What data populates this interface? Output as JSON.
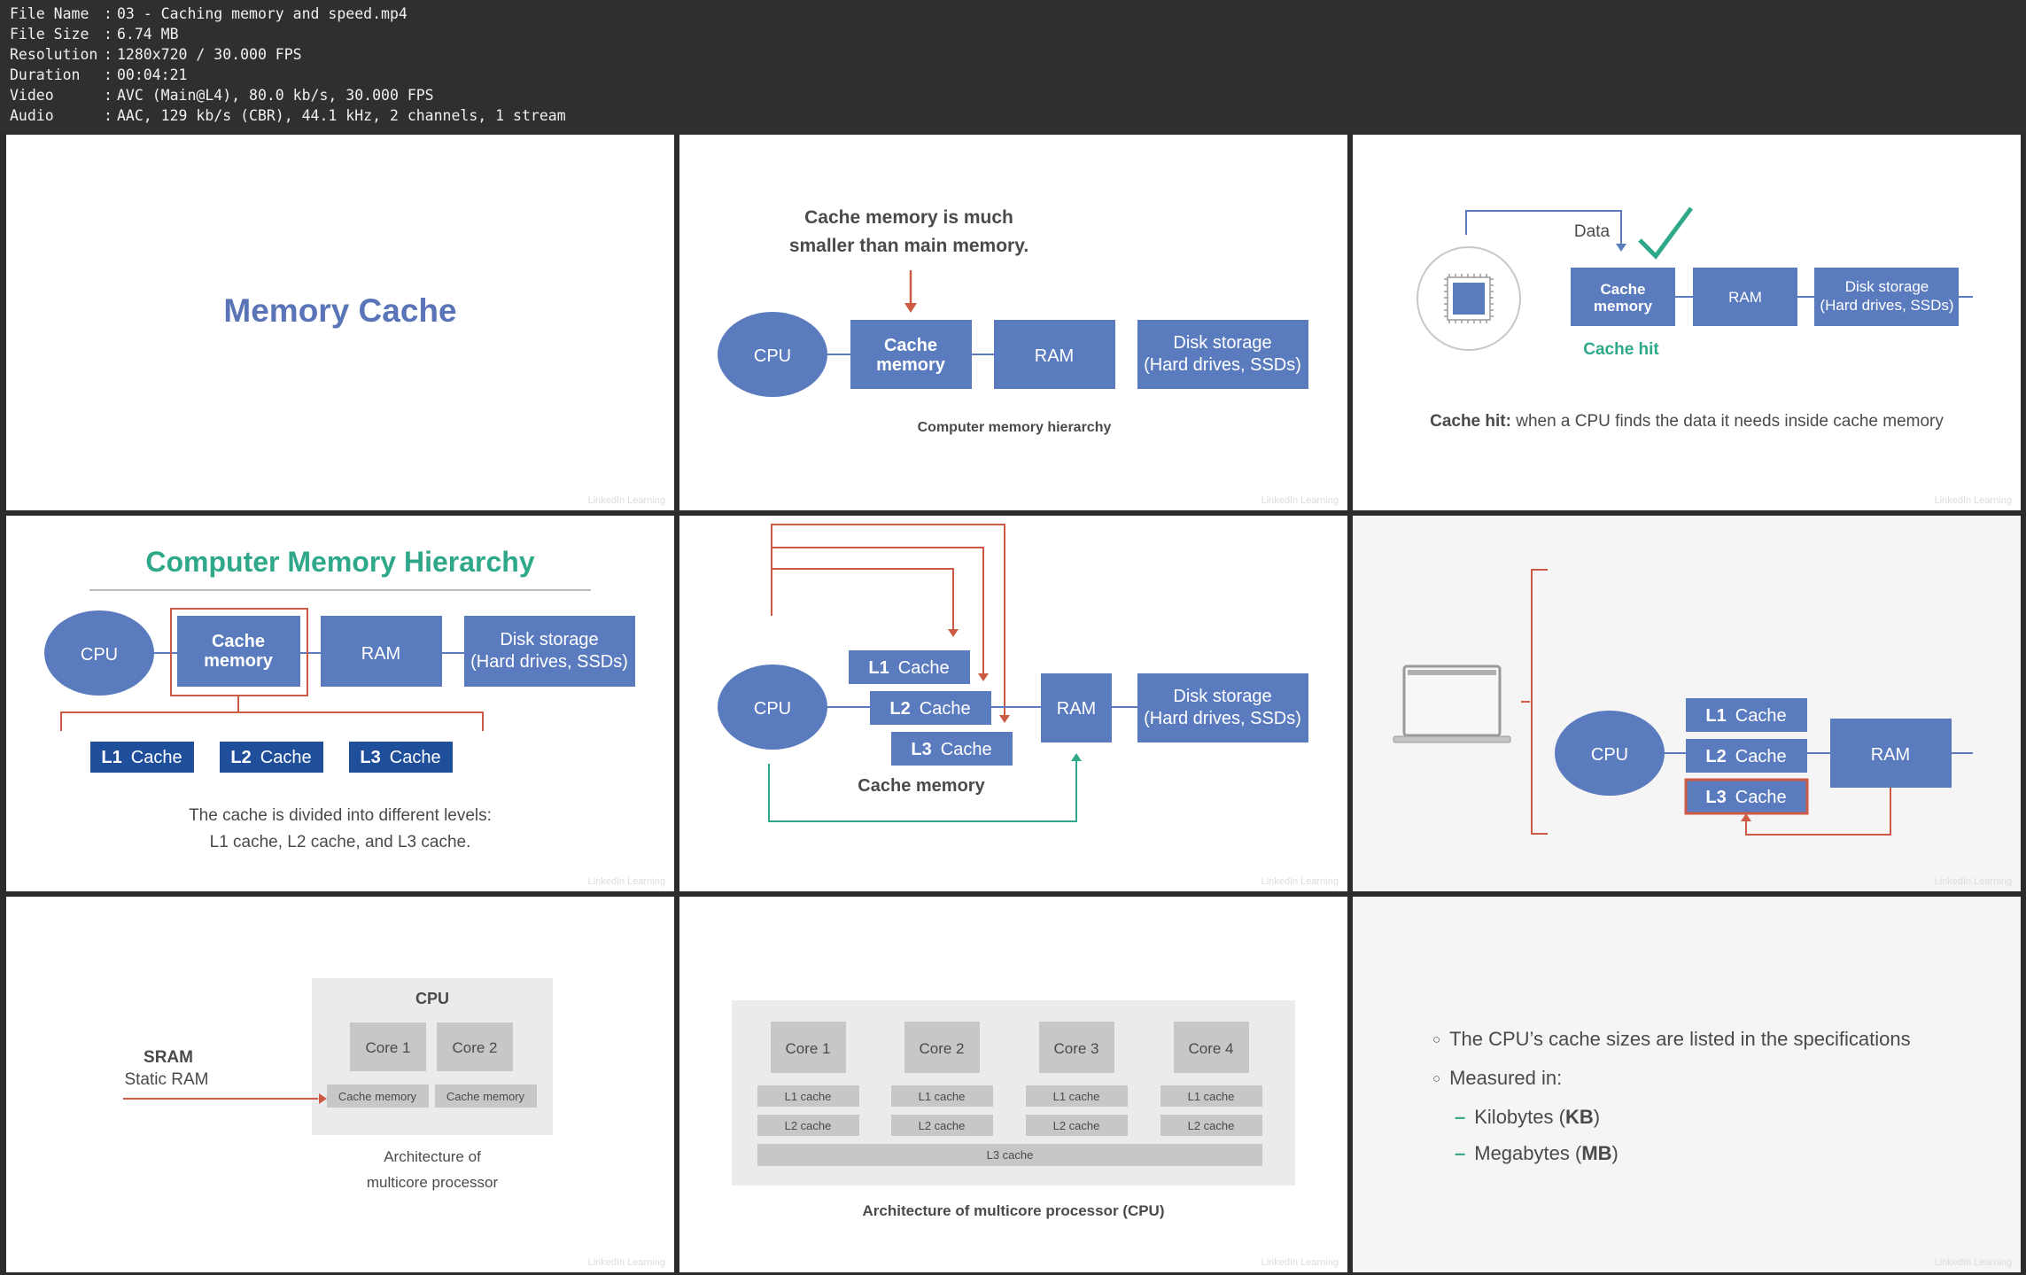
{
  "file_info": [
    {
      "key": "File Name",
      "value": "03 - Caching memory and speed.mp4"
    },
    {
      "key": "File Size",
      "value": "6.74 MB"
    },
    {
      "key": "Resolution",
      "value": "1280x720 / 30.000 FPS"
    },
    {
      "key": "Duration",
      "value": "00:04:21"
    },
    {
      "key": "Video",
      "value": "AVC (Main@L4), 80.0 kb/s, 30.000 FPS"
    },
    {
      "key": "Audio",
      "value": "AAC, 129 kb/s (CBR), 44.1 kHz, 2 channels, 1 stream"
    }
  ],
  "colors": {
    "blue": "#5b7bbf",
    "dark_blue": "#1f4e9a",
    "title_blue": "#5a74b8",
    "teal": "#2fa88a",
    "red": "#cc5a45",
    "gray_box": "#c7c7c9",
    "gray_bg": "#ebebed",
    "text": "#4a4a4a"
  },
  "watermark": "LinkedIn Learning",
  "p1": {
    "title": "Memory Cache"
  },
  "p2": {
    "note_line1": "Cache memory is much",
    "note_line2": "smaller than main memory.",
    "cpu": "CPU",
    "cache_l1": "Cache",
    "cache_l2": "memory",
    "ram": "RAM",
    "disk_l1": "Disk storage",
    "disk_l2": "(Hard drives, SSDs)",
    "caption": "Computer memory hierarchy"
  },
  "p3": {
    "data": "Data",
    "cache_l1": "Cache",
    "cache_l2": "memory",
    "ram": "RAM",
    "disk_l1": "Disk storage",
    "disk_l2": "(Hard drives, SSDs)",
    "hit": "Cache hit",
    "desc_bold": "Cache hit:",
    "desc": " when a CPU finds the data it needs inside cache memory"
  },
  "p4": {
    "title": "Computer Memory Hierarchy",
    "cpu": "CPU",
    "cache_l1": "Cache",
    "cache_l2": "memory",
    "ram": "RAM",
    "disk_l1": "Disk storage",
    "disk_l2": "(Hard drives, SSDs)",
    "l1": "L1",
    "l2": "L2",
    "l3": "L3",
    "cache_word": "Cache",
    "text_l1": "The cache is divided into different levels:",
    "text_l2": "L1 cache, L2 cache, and L3 cache."
  },
  "p5": {
    "cpu": "CPU",
    "l1": "L1",
    "l2": "L2",
    "l3": "L3",
    "cache_word": "Cache",
    "ram": "RAM",
    "disk_l1": "Disk storage",
    "disk_l2": "(Hard drives, SSDs)",
    "cache_label": "Cache memory"
  },
  "p6": {
    "cpu": "CPU",
    "l1": "L1",
    "l2": "L2",
    "l3": "L3",
    "cache_word": "Cache",
    "ram": "RAM"
  },
  "p7": {
    "cpu": "CPU",
    "core1": "Core 1",
    "core2": "Core 2",
    "cache_mem": "Cache memory",
    "sram": "SRAM",
    "static_ram": "Static RAM",
    "caption_l1": "Architecture of",
    "caption_l2": "multicore processor"
  },
  "p8": {
    "cores": [
      "Core 1",
      "Core 2",
      "Core 3",
      "Core 4"
    ],
    "l1": "L1 cache",
    "l2": "L2 cache",
    "l3": "L3 cache",
    "caption": "Architecture of multicore processor (CPU)"
  },
  "p9": {
    "bullet1": "The CPU’s cache sizes are listed in the specifications",
    "bullet2": "Measured in:",
    "sub1_pre": "Kilobytes (",
    "sub1_bold": "KB",
    "sub1_post": ")",
    "sub2_pre": "Megabytes (",
    "sub2_bold": "MB",
    "sub2_post": ")"
  }
}
